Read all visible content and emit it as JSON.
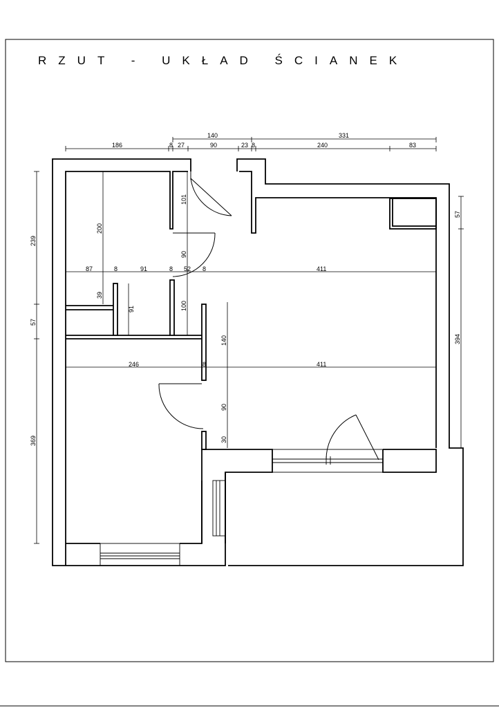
{
  "title": "RZUT - UKŁAD ŚCIANEK",
  "dimensions": {
    "top_upper": [
      "140",
      "331"
    ],
    "top_lower": [
      "186",
      "8",
      "27",
      "90",
      "23",
      "8",
      "240",
      "83"
    ],
    "left": [
      "239",
      "57",
      "369"
    ],
    "right": [
      "57",
      "394"
    ],
    "row1": [
      "87",
      "8",
      "91",
      "8",
      "52",
      "8",
      "411"
    ],
    "row2": [
      "246",
      "8",
      "411"
    ],
    "vertical": [
      "200",
      "39",
      "91",
      "101",
      "90",
      "100",
      "140",
      "90",
      "30"
    ]
  },
  "colors": {
    "line": "#000000",
    "background": "#ffffff"
  }
}
